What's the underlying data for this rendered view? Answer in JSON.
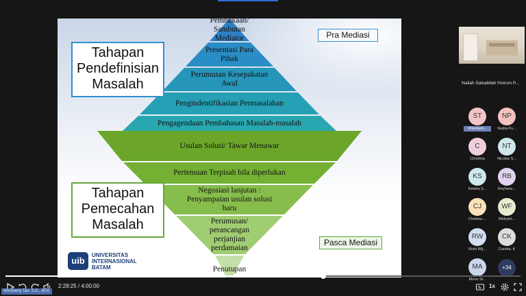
{
  "slide": {
    "stage_top": [
      "Tahapan",
      "Pendefinisian",
      "Masalah"
    ],
    "stage_bottom": [
      "Tahapan",
      "Pemecahan",
      "Masalah"
    ],
    "badge_pre": "Pra Mediasi",
    "badge_post": "Pasca Mediasi",
    "upper_tiers": [
      [
        "Pembukaan/",
        "Sambutan",
        "Mediator"
      ],
      [
        "Presentasi Para",
        "Pihak"
      ],
      [
        "Perumusan Kesepakatan",
        "Awal"
      ],
      [
        "Pengindentifikasian Permasalahan"
      ],
      [
        "Pengagendaan Pembahasan Masalah-masalah"
      ]
    ],
    "lower_tiers": [
      [
        "Usulan Solusi/ Tawar Menawar"
      ],
      [
        "Pertemuan Terpisah bila diperlukan"
      ],
      [
        "Negosiasi lanjutan :",
        "Penyampaian usulan solusi",
        "baru"
      ],
      [
        "Perumusan/",
        "perancangan",
        "perjanjian",
        "perdamaian"
      ],
      [
        "Penutupan"
      ]
    ],
    "logo": {
      "mark": "uib",
      "lines": [
        "UNIVERSITAS",
        "INTERNASIONAL",
        "BATAM"
      ]
    }
  },
  "colors": {
    "upper": [
      "#2e7fc2",
      "#2a8dc5",
      "#2596b9",
      "#25a0b4",
      "#29a7b0"
    ],
    "lower": [
      "#6ba62a",
      "#74b032",
      "#87bd4c",
      "#a0cc72",
      "#c4dfa8"
    ]
  },
  "participants": {
    "camera_name": "Nailah Salsabilah Hoirum P...",
    "items": [
      {
        "initials": "ST",
        "name": "Winsherli...",
        "color": "#f3c4c8",
        "highlight": true
      },
      {
        "initials": "NP",
        "name": "Nadia Pu...",
        "color": "#f4c1bd",
        "highlight": false
      },
      {
        "initials": "C",
        "name": "Christina",
        "color": "#f1cede",
        "highlight": false
      },
      {
        "initials": "NT",
        "name": "Nicolas S...",
        "color": "#cfe7ea",
        "highlight": false
      },
      {
        "initials": "KS",
        "name": "Keisha S...",
        "color": "#cde8ec",
        "highlight": false
      },
      {
        "initials": "RB",
        "name": "Reyhans...",
        "color": "#e1d3ee",
        "highlight": false
      },
      {
        "initials": "CJ",
        "name": "Chelsea ...",
        "color": "#fae1b8",
        "highlight": false
      },
      {
        "initials": "WF",
        "name": "Widyant...",
        "color": "#e7ecd0",
        "highlight": false
      },
      {
        "initials": "RW",
        "name": "Rizki Wij...",
        "color": "#d2def0",
        "highlight": false
      },
      {
        "initials": "CK",
        "name": "Candra. K",
        "color": "#dcdcdc",
        "highlight": false
      },
      {
        "initials": "MA",
        "name": "Mona St...",
        "color": "#cad6ea",
        "highlight": false
      }
    ],
    "more": "+34"
  },
  "player": {
    "time": "2:28:25 / 4:00:00",
    "progress": 0.617,
    "speed": "1x",
    "speaker": "Winsherly Tan, S.E., M.H."
  }
}
